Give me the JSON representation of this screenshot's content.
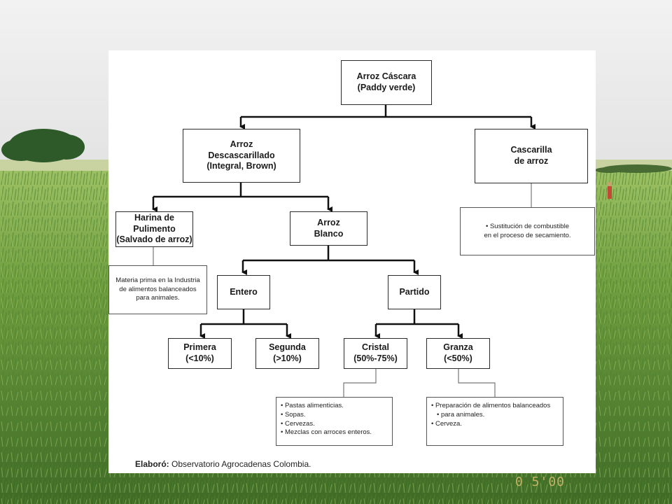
{
  "nodes": {
    "root": [
      "Arroz Cáscara",
      "(Paddy verde)"
    ],
    "descascarillado": [
      "Arroz",
      "Descascarillado",
      "(Integral, Brown)"
    ],
    "cascarilla": [
      "Cascarilla",
      "de arroz"
    ],
    "harina": [
      "Harina de",
      "Pulimento",
      "(Salvado de arroz)"
    ],
    "blanco": [
      "Arroz",
      "Blanco"
    ],
    "entero": [
      "Entero"
    ],
    "partido": [
      "Partido"
    ],
    "primera": [
      "Primera",
      "(<10%)"
    ],
    "segunda": [
      "Segunda",
      "(>10%)"
    ],
    "cristal": [
      "Cristal",
      "(50%-75%)"
    ],
    "granza": [
      "Granza",
      "(<50%)"
    ]
  },
  "notes": {
    "cascarilla": [
      "• Sustitución de combustible",
      "en el proceso de secamiento."
    ],
    "harina": [
      "Materia prima en la Industria",
      "de alimentos balanceados",
      "para animales."
    ],
    "cristal": [
      "Pastas alimenticias.",
      "Sopas.",
      "Cervezas.",
      "Mezclas con arroces enteros."
    ],
    "granza": [
      "Preparación de alimentos balanceados",
      "para animales.",
      "Cerveza."
    ]
  },
  "footer": {
    "label": "Elaboró:",
    "text": " Observatorio Agrocadenas Colombia."
  },
  "photo_stamp": "0 5'00",
  "colors": {
    "sky": "#ececec",
    "field_light": "#7fae4a",
    "field_dark": "#3f6e28",
    "tree": "#2e5a2a"
  }
}
